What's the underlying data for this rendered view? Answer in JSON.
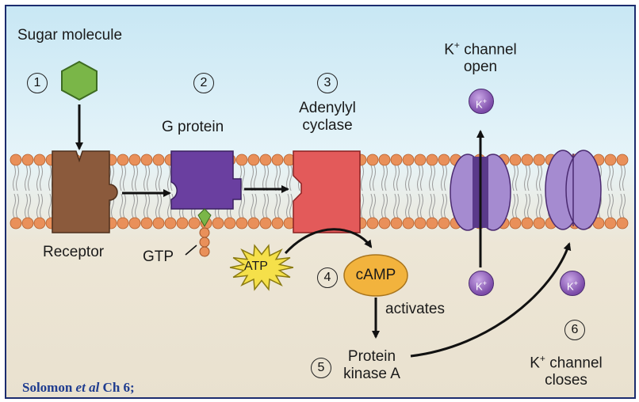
{
  "labels": {
    "sugar_molecule": "Sugar molecule",
    "g_protein": "G protein",
    "adenylyl_line1": "Adenylyl",
    "adenylyl_line2": "cyclase",
    "k_open_line1": "channel",
    "k_open_line2": "open",
    "receptor": "Receptor",
    "gtp": "GTP",
    "atp": "ATP",
    "camp": "cAMP",
    "activates": "activates",
    "pka_line1": "Protein",
    "pka_line2": "kinase A",
    "k_close_line1": "channel",
    "k_close_line2": "closes",
    "k_ion": "K",
    "k_ion_charge": "+"
  },
  "steps": [
    "1",
    "2",
    "3",
    "4",
    "5",
    "6"
  ],
  "citation": {
    "author": "Solomon",
    "etal": "et al",
    "chapter": "Ch 6;"
  },
  "colors": {
    "sugar": "#7ab648",
    "receptor": "#8b5a3c",
    "g_protein": "#6a3fa0",
    "adenylyl_cyclase": "#e35a5a",
    "camp": "#f2b33d",
    "atp_burst": "#f5e04a",
    "channel": "#a58bd0",
    "membrane_head": "#e9905a"
  }
}
